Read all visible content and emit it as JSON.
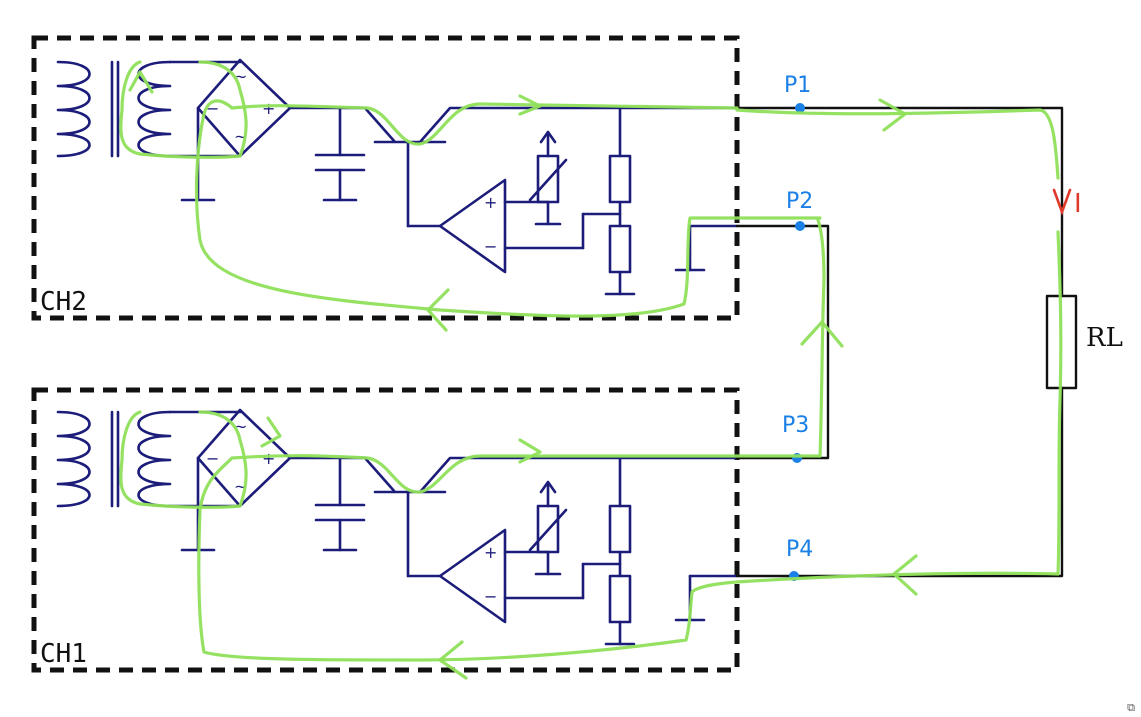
{
  "labels": {
    "ch2": "CH2",
    "ch1": "CH1",
    "p1": "P1",
    "p2": "P2",
    "p3": "P3",
    "p4": "P4",
    "current": "I",
    "load": "RL"
  },
  "symbols": {
    "ac": "~",
    "plus": "+",
    "minus": "−"
  },
  "colors": {
    "wire": "#1c1c7a",
    "external_wire": "#111111",
    "current_path": "#8fe05a",
    "terminal": "#1a80e6",
    "current_label": "#e03a2a"
  }
}
